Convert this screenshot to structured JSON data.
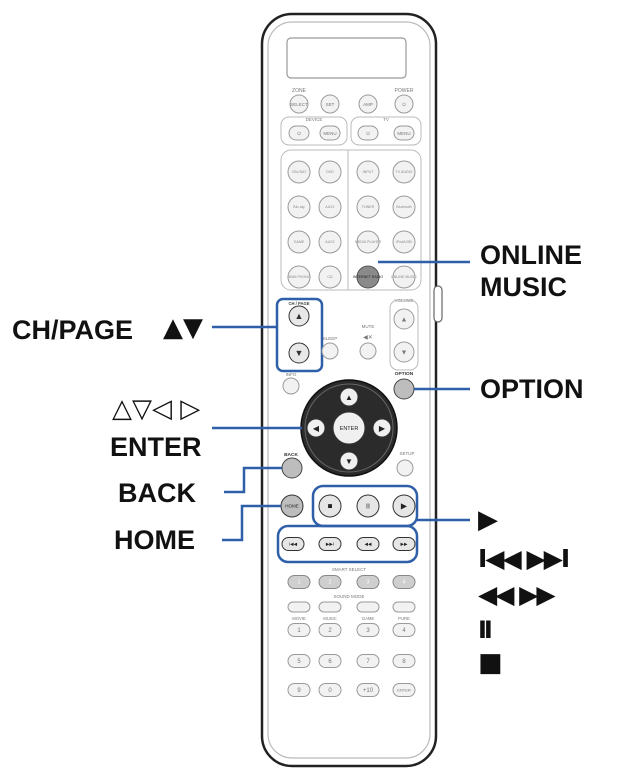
{
  "remote": {
    "zone_label": "ZONE",
    "power_label": "POWER",
    "device_label": "DEVICE",
    "tv_label": "TV",
    "volume_label": "VOLUME",
    "chpage_label": "CH / PAGE",
    "sleep_label": "SLEEP",
    "mute_label": "MUTE",
    "info_label": "INFO",
    "option_label": "OPTION",
    "enter_label": "ENTER",
    "back_label": "BACK",
    "setup_label": "SETUP",
    "home_label": "HOME",
    "smart_select_label": "SMART SELECT",
    "sound_mode_label": "SOUND MODE",
    "row1": [
      "SELECT",
      "SET",
      "AMP",
      "⏻"
    ],
    "row2": [
      "⏻",
      "MENU",
      "⏻",
      "MENU"
    ],
    "sources": [
      [
        "CBL/SAT",
        "DVD",
        "INPUT",
        "TV AUDIO"
      ],
      [
        "Blu-ray",
        "AUX1",
        "TUNER",
        "Bluetooth"
      ],
      [
        "GAME",
        "AUX2",
        "MEDIA PLAYER",
        "iPod/USB"
      ],
      [
        "HDMI PHONO",
        "CD",
        "INTERNET RADIO",
        "ONLINE MUSIC"
      ]
    ],
    "smart": [
      "1",
      "2",
      "3",
      "4"
    ],
    "sound_modes": [
      "MOVIE",
      "MUSIC",
      "GAME",
      "PURE"
    ],
    "num_row1": [
      "1",
      "2",
      "3",
      "4"
    ],
    "num_row2": [
      "5",
      "6",
      "7",
      "8"
    ],
    "num_row3": [
      "9",
      "0",
      "+10",
      "ENTER"
    ]
  },
  "callouts": {
    "online_music_line1": "ONLINE",
    "online_music_line2": "MUSIC",
    "chpage": "CH/PAGE",
    "chpage_arrows": "▲▼",
    "cursor_arrows": "△▽◁ ▷",
    "enter": "ENTER",
    "option": "OPTION",
    "back": "BACK",
    "home": "HOME",
    "play": "▶",
    "skip": "I◀◀ ▶▶I",
    "search": "◀◀ ▶▶",
    "pause": "II",
    "stop": "■"
  },
  "colors": {
    "leader": "#2f5fa8",
    "remote_outline": "#222222",
    "button_fill": "#f2f2f2",
    "button_stroke": "#9a9a9a",
    "dark_button": "#8a8a8a",
    "cross_pad": "#2b2b2b"
  }
}
